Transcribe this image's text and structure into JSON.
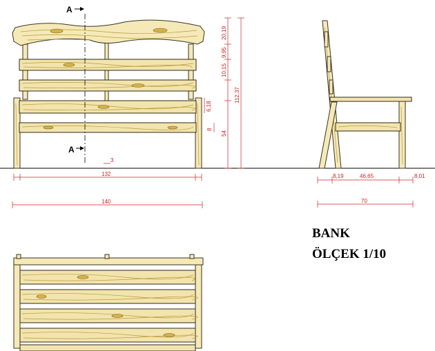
{
  "title": {
    "name": "BANK",
    "scale": "ÖLÇEK 1/10"
  },
  "section_labels": [
    "A",
    "A"
  ],
  "dimensions": {
    "front_small": [
      "8",
      "6,18",
      "3"
    ],
    "front_width_inner": "132",
    "front_width_total": "140",
    "vertical": [
      "10,15",
      "9,95",
      "20,19",
      "112,37",
      "54"
    ],
    "side_segments": [
      "8,19",
      "46,65",
      "8,01"
    ],
    "side_total": "70"
  },
  "colors": {
    "wood_fill": "#f5e9b8",
    "grain": "#b89a3a",
    "dimension": "#d02020",
    "line": "#000000"
  }
}
